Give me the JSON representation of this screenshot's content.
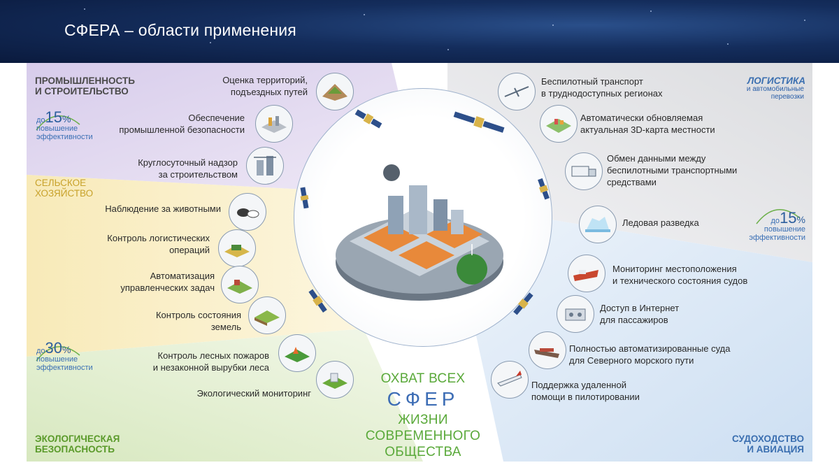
{
  "header": {
    "title": "СФЕРА – области применения"
  },
  "sectors": {
    "industry": {
      "title_line1": "ПРОМЫШЛЕННОСТЬ",
      "title_line2": "И СТРОИТЕЛЬСТВО"
    },
    "agriculture": {
      "title_line1": "СЕЛЬСКОЕ",
      "title_line2": "ХОЗЯЙСТВО"
    },
    "ecology": {
      "title_line1": "ЭКОЛОГИЧЕСКАЯ",
      "title_line2": "БЕЗОПАСНОСТЬ"
    },
    "logistics": {
      "title": "ЛОГИСТИКА",
      "sub_line1": "и автомобильные",
      "sub_line2": "перевозки"
    },
    "shipping": {
      "title_line1": "СУДОХОДСТВО",
      "title_line2": "И АВИАЦИЯ"
    }
  },
  "efficiency": {
    "top_left": {
      "prefix": "до",
      "value": "15",
      "unit": "%",
      "line1": "повышение",
      "line2": "эффективности"
    },
    "bottom_left": {
      "prefix": "до",
      "value": "30",
      "unit": "%",
      "line1": "повышение",
      "line2": "эффективности"
    },
    "right": {
      "prefix": "до",
      "value": "15",
      "unit": "%",
      "line1": "повышение",
      "line2": "эффективности"
    }
  },
  "left_items": [
    {
      "line1": "Оценка территорий,",
      "line2": "подъездных путей",
      "icon": "terrain-icon"
    },
    {
      "line1": "Обеспечение",
      "line2": "промышленной безопасности",
      "icon": "factory-icon"
    },
    {
      "line1": "Круглосуточный надзор",
      "line2": "за строительством",
      "icon": "construction-icon"
    },
    {
      "line1": "Наблюдение за животными",
      "line2": "",
      "icon": "livestock-icon"
    },
    {
      "line1": "Контроль логистических",
      "line2": "операций",
      "icon": "harvester-icon"
    },
    {
      "line1": "Автоматизация",
      "line2": "управленческих задач",
      "icon": "farm-icon"
    },
    {
      "line1": "Контроль состояния",
      "line2": "земель",
      "icon": "land-icon"
    },
    {
      "line1": "Контроль лесных пожаров",
      "line2": "и незаконной вырубки леса",
      "icon": "forest-fire-icon"
    },
    {
      "line1": "Экологический мониторинг",
      "line2": "",
      "icon": "eco-plant-icon"
    }
  ],
  "right_items": [
    {
      "line1": "Беспилотный транспорт",
      "line2": "в труднодоступных регионах",
      "line3": "",
      "icon": "drone-icon"
    },
    {
      "line1": "Автоматически обновляемая",
      "line2": "актуальная 3D-карта местности",
      "line3": "",
      "icon": "map-3d-icon"
    },
    {
      "line1": "Обмен данными между",
      "line2": "беспилотными транспортными",
      "line3": "средствами",
      "icon": "truck-icon"
    },
    {
      "line1": "Ледовая разведка",
      "line2": "",
      "line3": "",
      "icon": "iceberg-icon"
    },
    {
      "line1": "Мониторинг местоположения",
      "line2": "и технического состояния судов",
      "line3": "",
      "icon": "ship-icon"
    },
    {
      "line1": "Доступ в Интернет",
      "line2": "для пассажиров",
      "line3": "",
      "icon": "passenger-icon"
    },
    {
      "line1": "Полностью автоматизированные суда",
      "line2": "для Северного морского пути",
      "line3": "",
      "icon": "cargo-ship-icon"
    },
    {
      "line1": "Поддержка удаленной",
      "line2": "помощи в пилотировании",
      "line3": "",
      "icon": "airplane-icon"
    }
  ],
  "slogan": {
    "line1": "ОХВАТ ВСЕХ",
    "line2": "СФЕР",
    "line3": "ЖИЗНИ",
    "line4": "СОВРЕМЕННОГО",
    "line5": "ОБЩЕСТВА"
  },
  "colors": {
    "industry": "#ded4ec",
    "agriculture": "#fbf1c8",
    "ecology": "#dfeccc",
    "logistics": "#e6e7ea",
    "shipping": "#d9e5f3",
    "slogan_green": "#5aa93a",
    "slogan_blue": "#3d6db5"
  }
}
